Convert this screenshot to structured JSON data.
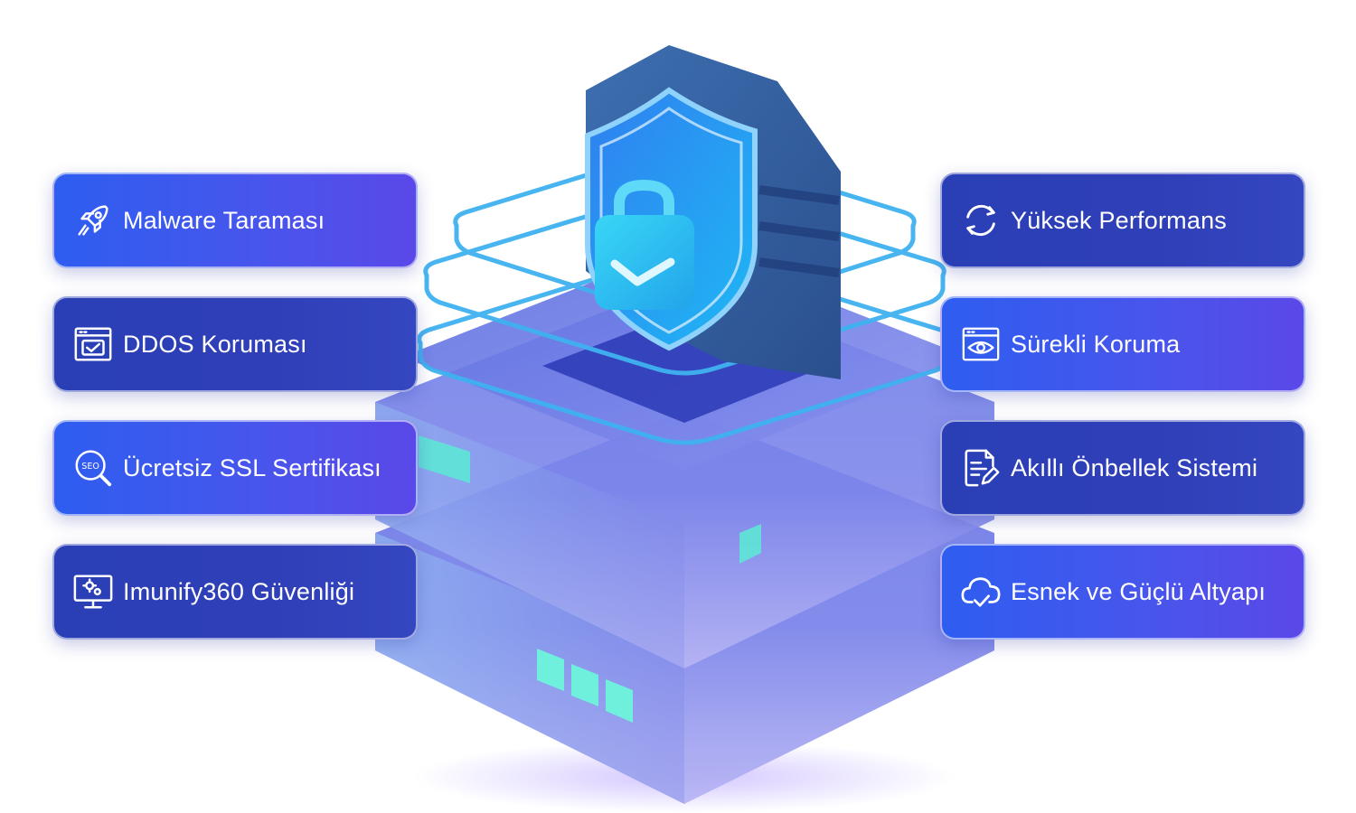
{
  "left_features": [
    {
      "label": "Malware Taraması",
      "icon": "rocket-icon"
    },
    {
      "label": "DDOS Koruması",
      "icon": "browser-check-icon"
    },
    {
      "label": "Ücretsiz SSL Sertifikası",
      "icon": "seo-search-icon"
    },
    {
      "label": "Imunify360 Güvenliği",
      "icon": "monitor-gear-icon"
    }
  ],
  "right_features": [
    {
      "label": "Yüksek Performans",
      "icon": "refresh-icon"
    },
    {
      "label": "Sürekli Koruma",
      "icon": "browser-eye-icon"
    },
    {
      "label": "Akıllı Önbellek Sistemi",
      "icon": "document-edit-icon"
    },
    {
      "label": "Esnek ve Güçlü Altyapı",
      "icon": "cloud-check-icon"
    }
  ],
  "colors": {
    "card_dark": "#2a3fb5",
    "card_light": "#4a56ec",
    "accent_teal": "#5ee6d6",
    "shield": "#2e8cf0"
  }
}
